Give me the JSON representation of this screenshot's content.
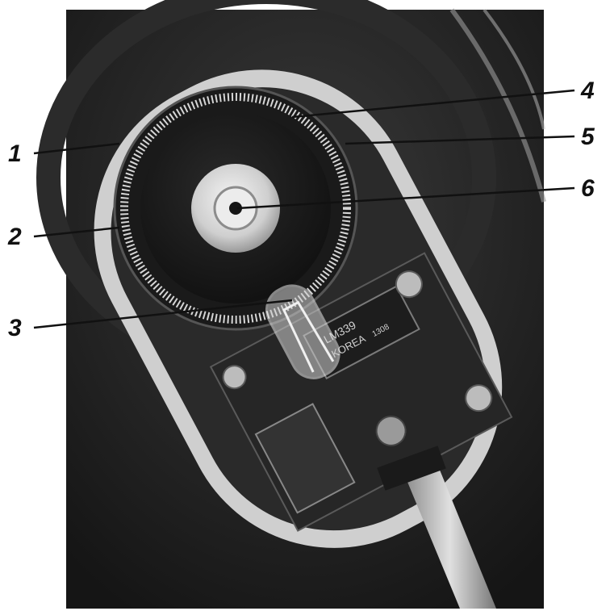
{
  "photo": {
    "subject": "encoder-photograph",
    "colors": {
      "background": "#ffffff",
      "dark": "#1b1b1b",
      "mid": "#4a4a4a",
      "light": "#e6e6e6",
      "board": "#262626"
    }
  },
  "board_text": {
    "chip_part": "LM339",
    "chip_origin": "KOREA",
    "chip_code": "1308"
  },
  "callouts": [
    {
      "id": "1",
      "label": "1"
    },
    {
      "id": "2",
      "label": "2"
    },
    {
      "id": "3",
      "label": "3"
    },
    {
      "id": "4",
      "label": "4"
    },
    {
      "id": "5",
      "label": "5"
    },
    {
      "id": "6",
      "label": "6"
    }
  ]
}
